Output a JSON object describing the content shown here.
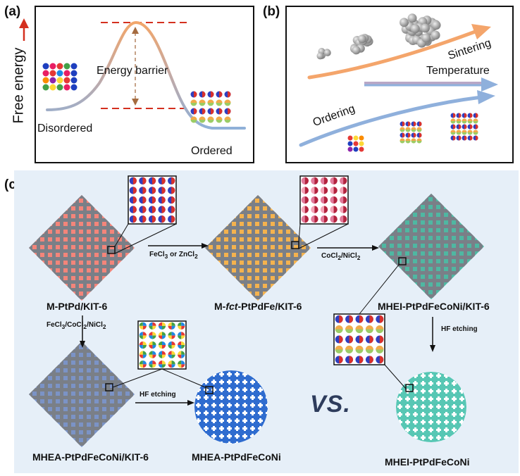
{
  "panel_a": {
    "label": "(a)",
    "y_axis": "Free energy",
    "barrier": "Energy barrier",
    "left_state": "Disordered",
    "right_state": "Ordered"
  },
  "panel_b": {
    "label": "(b)",
    "sintering": "Sintering",
    "temperature": "Temperature",
    "ordering": "Ordering"
  },
  "panel_c": {
    "label": "(c)",
    "materials": {
      "m_ptpd": "M-PtPd/KIT-6",
      "m_fct_prefix": "M-",
      "m_fct_italic": "fct",
      "m_fct_suffix": "-PtPdFe/KIT-6",
      "mhei_kit": "MHEI-PtPdFeCoNi/KIT-6",
      "mhea_kit": "MHEA-PtPdFeCoNi/KIT-6",
      "mhea": "MHEA-PtPdFeCoNi",
      "mhei": "MHEI-PtPdFeCoNi"
    },
    "steps": {
      "step1_a": "FeCl",
      "step1_sub1": "3",
      "step1_b": " or ZnCl",
      "step1_sub2": "2",
      "step2_a": "CoCl",
      "step2_sub1": "2",
      "step2_b": "/NiCl",
      "step2_sub2": "2",
      "step3_a": "FeCl",
      "step3_sub1": "3",
      "step3_b": "/CoCl",
      "step3_sub2": "2",
      "step3_c": "/NiCl",
      "step3_sub3": "2",
      "hf1": "HF etching",
      "hf2": "HF etching"
    },
    "vs": "VS."
  }
}
